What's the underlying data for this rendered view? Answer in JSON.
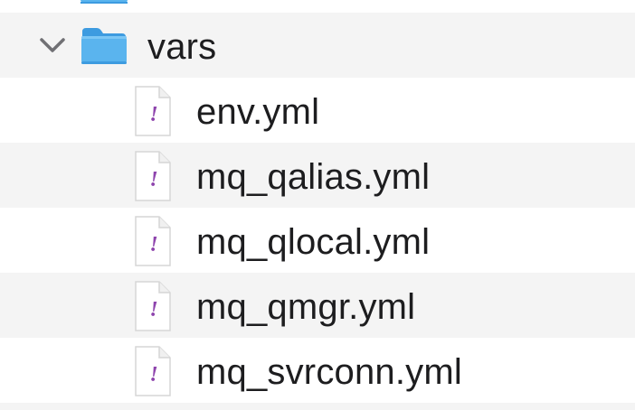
{
  "folder": {
    "name": "vars",
    "expanded": true,
    "icon": "folder-icon",
    "folder_color": "#5ab4ee"
  },
  "files": [
    {
      "name": "env.yml",
      "icon": "yaml-file-icon"
    },
    {
      "name": "mq_qalias.yml",
      "icon": "yaml-file-icon"
    },
    {
      "name": "mq_qlocal.yml",
      "icon": "yaml-file-icon"
    },
    {
      "name": "mq_qmgr.yml",
      "icon": "yaml-file-icon"
    },
    {
      "name": "mq_svrconn.yml",
      "icon": "yaml-file-icon"
    }
  ],
  "colors": {
    "row_alt": "#f4f4f4",
    "text": "#1d1d1f",
    "yaml_mark": "#8e44ad"
  }
}
